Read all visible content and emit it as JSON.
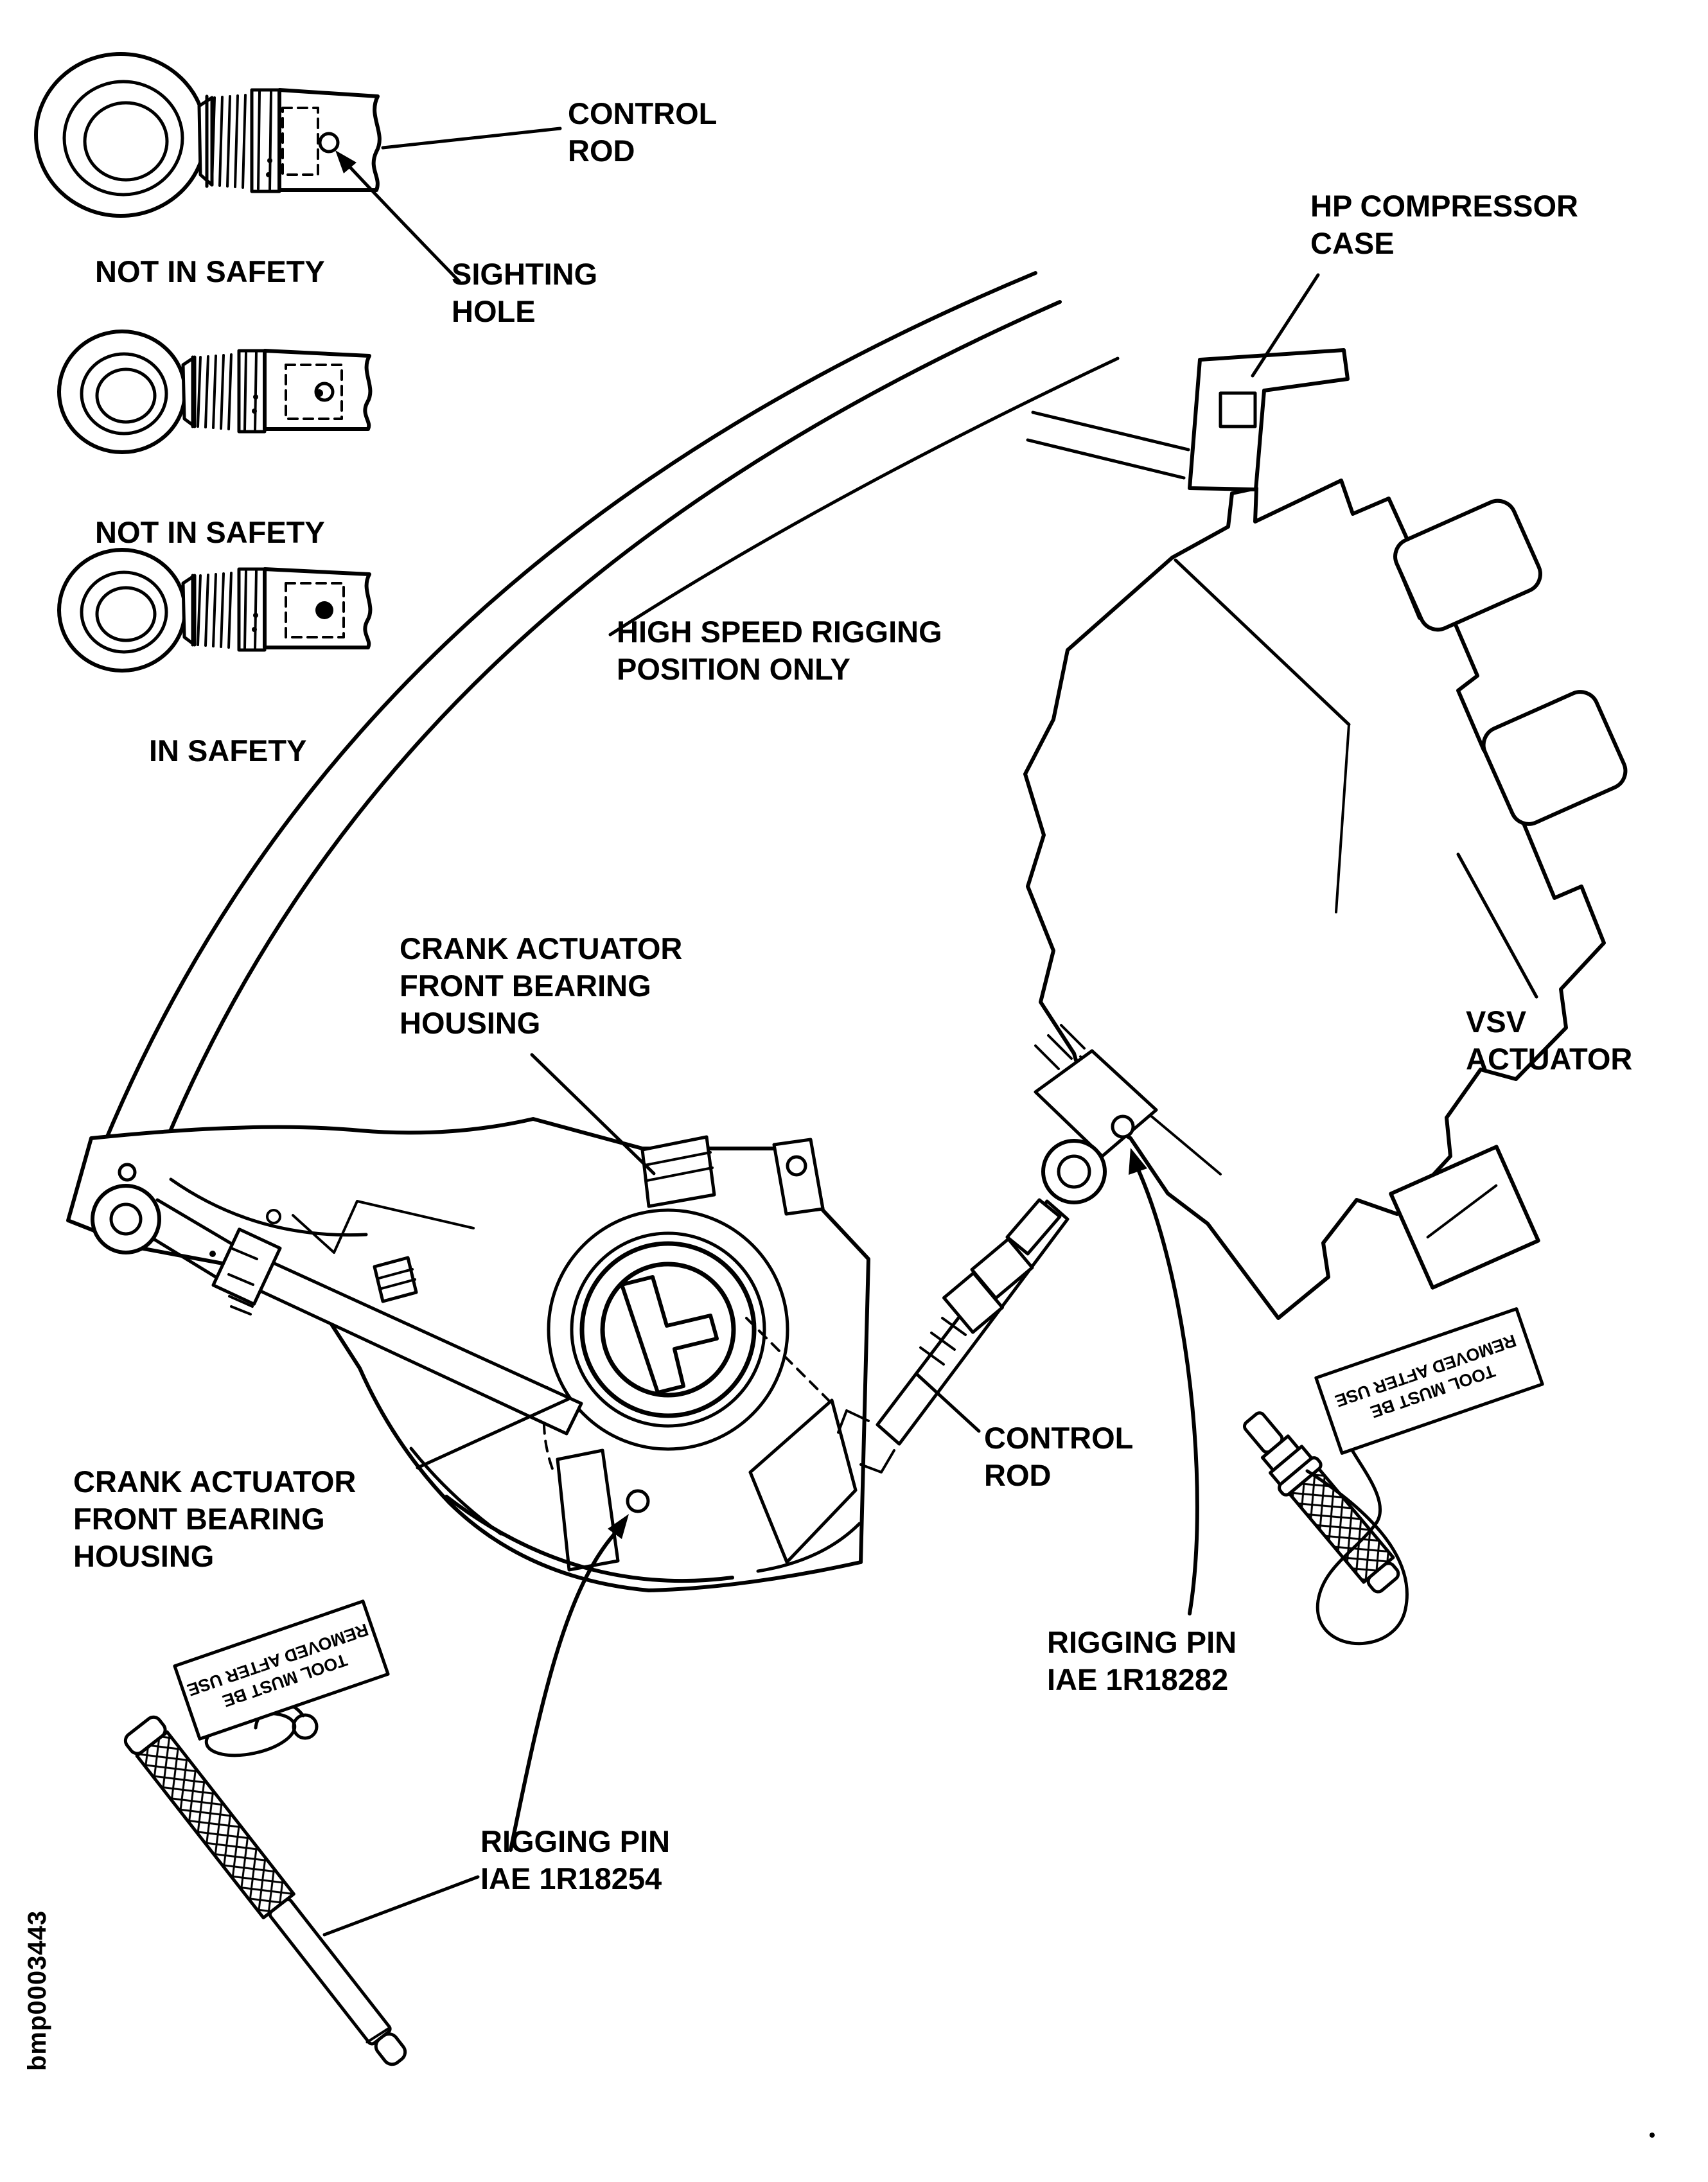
{
  "figure": {
    "id_label": "bmp0003443",
    "note": "HIGH SPEED RIGGING\nPOSITION ONLY"
  },
  "safety_examples": {
    "item1": {
      "label": "NOT IN SAFETY"
    },
    "item2": {
      "label": "NOT IN SAFETY"
    },
    "item3": {
      "label": "IN SAFETY"
    }
  },
  "callouts": {
    "control_rod_top": "CONTROL\nROD",
    "sighting_hole": "SIGHTING\nHOLE",
    "hp_compressor_case": "HP COMPRESSOR\nCASE",
    "vsv_actuator": "VSV\nACTUATOR",
    "crank_housing_upper": "CRANK ACTUATOR\nFRONT BEARING\nHOUSING",
    "crank_housing_lower": "CRANK ACTUATOR\nFRONT BEARING\nHOUSING",
    "control_rod_lower": "CONTROL\nROD",
    "rigging_pin_right": "RIGGING PIN\nIAE 1R18282",
    "rigging_pin_left": "RIGGING PIN\nIAE 1R18254"
  },
  "tool_tags": {
    "left_tag_text": "TOOL MUST BE\nREMOVED AFTER USE",
    "right_tag_text": "TOOL MUST BE\nREMOVED AFTER USE"
  },
  "colors": {
    "ink": "#000000",
    "paper": "#ffffff"
  }
}
